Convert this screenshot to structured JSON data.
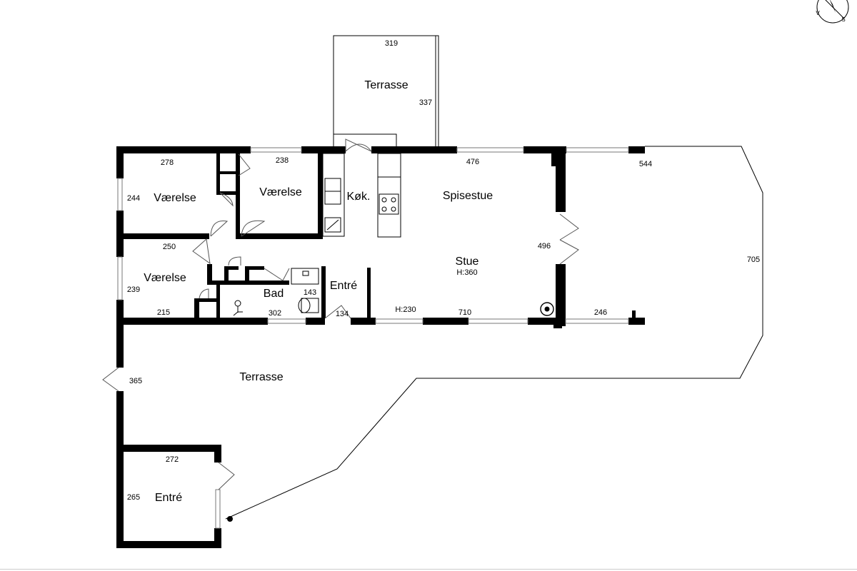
{
  "rooms": {
    "terrasse_top": "Terrasse",
    "vaerelse_1": "Værelse",
    "vaerelse_2": "Værelse",
    "vaerelse_3": "Værelse",
    "kokken": "Køk.",
    "spisestue": "Spisestue",
    "stue": "Stue",
    "stue_height": "H:360",
    "bad": "Bad",
    "entre_main": "Entré",
    "terrasse_main": "Terrasse",
    "entre_annex": "Entré"
  },
  "dimensions": {
    "d319": "319",
    "d337": "337",
    "d278": "278",
    "d238": "238",
    "d476": "476",
    "d544": "544",
    "d244": "244",
    "d250": "250",
    "d496": "496",
    "d705": "705",
    "d239": "239",
    "d143": "143",
    "d215": "215",
    "d302": "302",
    "d134": "134",
    "h230": "H:230",
    "d710": "710",
    "d246": "246",
    "d365": "365",
    "d272": "272",
    "d265": "265"
  },
  "compass": {
    "west": "V",
    "south": "S"
  }
}
